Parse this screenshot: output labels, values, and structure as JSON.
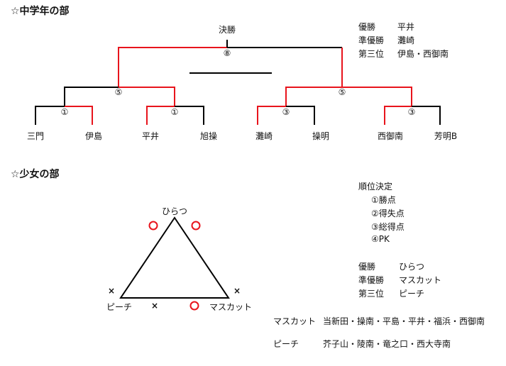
{
  "middle_school": {
    "title": "☆中学年の部",
    "final_label": "決勝",
    "final_score": "⑧",
    "results": [
      {
        "label": "優勝",
        "value": "平井"
      },
      {
        "label": "準優勝",
        "value": "灘崎"
      },
      {
        "label": "第三位",
        "value": "伊島・西御南"
      }
    ],
    "semi_scores": [
      "⑤",
      "⑤"
    ],
    "first_round_scores": [
      "①",
      "①",
      "③",
      "③"
    ],
    "teams": [
      "三門",
      "伊島",
      "平井",
      "旭操",
      "灘崎",
      "操明",
      "西御南",
      "芳明B"
    ]
  },
  "girls": {
    "title": "☆少女の部",
    "ranking_title": "順位決定",
    "ranking_rules": [
      "①勝点",
      "②得失点",
      "③総得点",
      "④PK"
    ],
    "results": [
      {
        "label": "優勝",
        "value": "ひらつ"
      },
      {
        "label": "準優勝",
        "value": "マスカット"
      },
      {
        "label": "第三位",
        "value": "ピーチ"
      }
    ],
    "teams": {
      "top": "ひらつ",
      "left": "ピーチ",
      "right": "マスカット"
    },
    "win_mark": "○",
    "loss_mark": "×",
    "members": [
      {
        "team": "マスカット",
        "list": "当新田・操南・平島・平井・福浜・西御南"
      },
      {
        "team": "ピーチ",
        "list": "芥子山・陵南・竜之口・西大寺南"
      }
    ]
  },
  "colors": {
    "winner_line": "#e8141c",
    "line": "#000000"
  }
}
